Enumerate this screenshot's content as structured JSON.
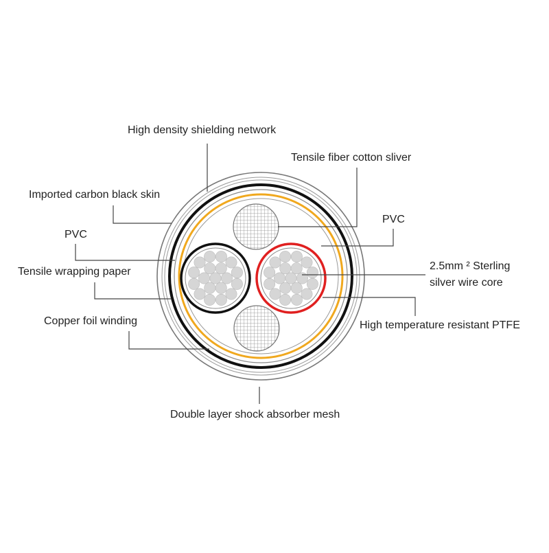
{
  "labels": {
    "shielding_network": "High density shielding network",
    "fiber_sliver": "Tensile fiber cotton sliver",
    "carbon_skin": "Imported carbon black skin",
    "pvc_right": "PVC",
    "pvc_left": "PVC",
    "core_line1": "2.5mm ² Sterling",
    "core_line2": "silver wire core",
    "wrapping_paper": "Tensile wrapping paper",
    "ptfe": "High temperature resistant PTFE",
    "copper_foil": "Copper foil winding",
    "shock_mesh": "Double layer shock absorber mesh"
  },
  "colors": {
    "outline": "#7a7a7a",
    "black_skin": "#111111",
    "copper_foil": "#f0a81e",
    "ptfe": "#e02020",
    "strand_fill": "#d6d6d6",
    "leader": "#444444"
  }
}
